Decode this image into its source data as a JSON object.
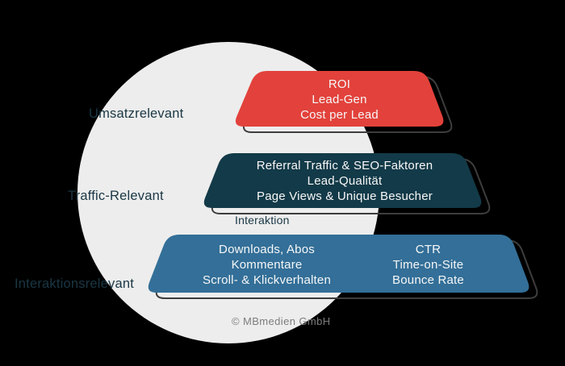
{
  "background": {
    "color": "#000000",
    "circle_color": "#ededed"
  },
  "outline_color": "#3d3d3d",
  "text_color": "#f7f7f7",
  "label_color": "#1a3744",
  "levels": [
    {
      "label": "Umsatzrelevant",
      "color": "#e2423b",
      "lines": [
        "ROI",
        "Lead-Gen",
        "Cost per Lead"
      ]
    },
    {
      "label": "Traffic-Relevant",
      "color": "#133a48",
      "lines": [
        "Referral Traffic & SEO-Faktoren",
        "Lead-Qualität",
        "Page Views & Unique Besucher"
      ]
    },
    {
      "label": "Interaktionsrelevant",
      "caption": "Interaktion",
      "color": "#336f98",
      "left_lines": [
        "Downloads, Abos",
        "Kommentare",
        "Scroll- & Klickverhalten"
      ],
      "right_lines": [
        "CTR",
        "Time-on-Site",
        "Bounce Rate"
      ]
    }
  ],
  "watermark": "© MBmedien GmbH"
}
